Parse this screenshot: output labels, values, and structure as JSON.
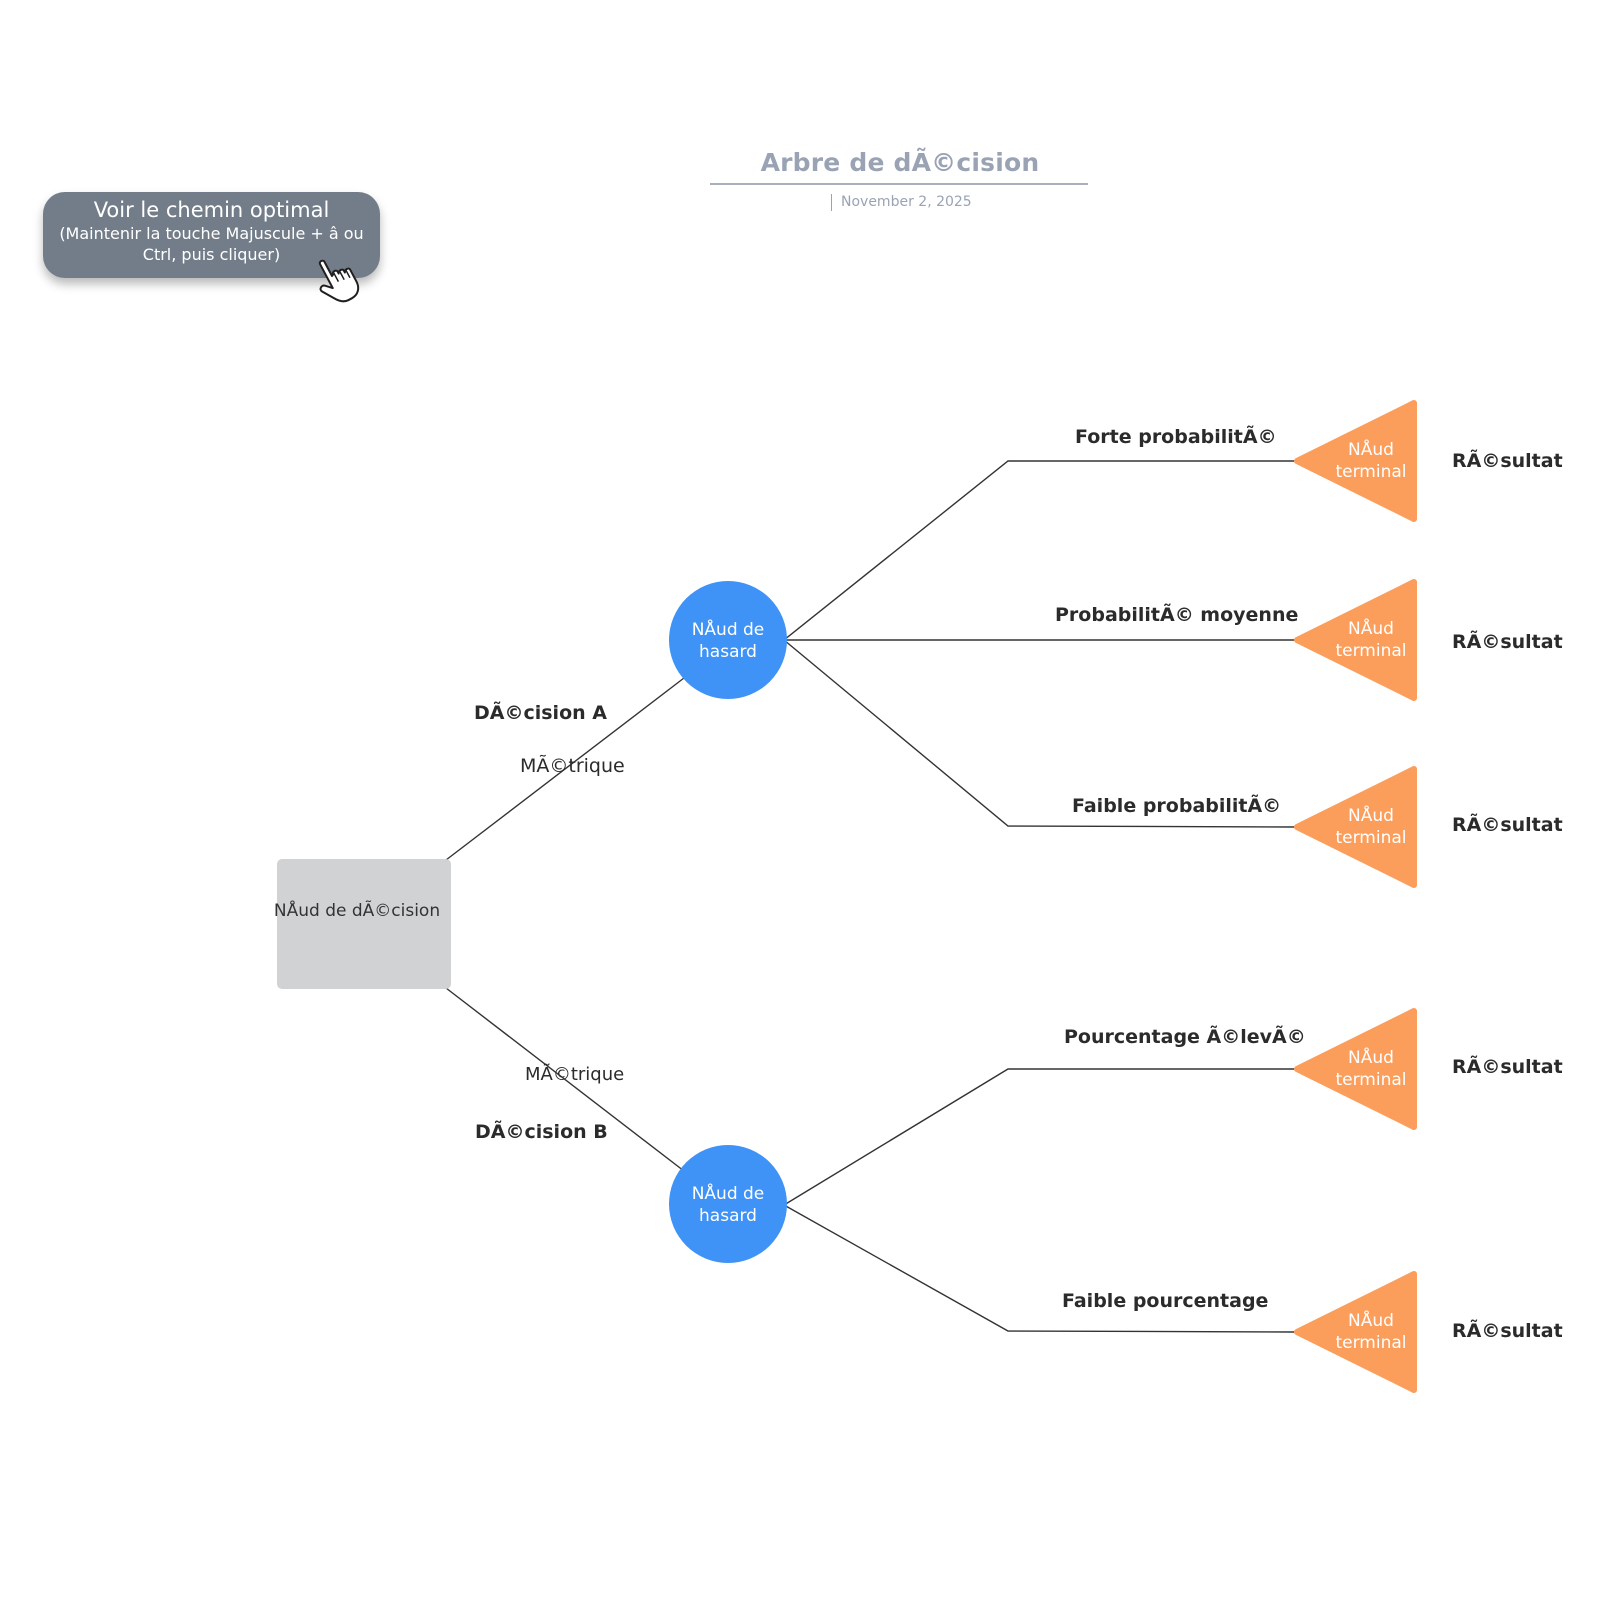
{
  "header": {
    "title": "Arbre de dÃ©cision",
    "date": "November 2, 2025"
  },
  "optimal_button": {
    "line1": "Voir le chemin optimal",
    "line2": "(Maintenir la touche Majuscule + â ou Ctrl, puis cliquer)",
    "icon": "hand-pointer-icon"
  },
  "colors": {
    "decision_node": "#d1d2d4",
    "chance_node": "#3f93f6",
    "terminal_node": "#fb9e5b",
    "button": "#737d89",
    "edge": "#333333"
  },
  "tree": {
    "decision_node": {
      "label": "NÅud  de dÃ©cision"
    },
    "decisions": [
      {
        "label": "DÃ©cision A",
        "metric": "MÃ©trique",
        "chance_node": {
          "label": "NÅud  de hasard"
        },
        "outcomes": [
          {
            "label": "Forte probabilitÃ©",
            "terminal": "NÅud  terminal",
            "result": "RÃ©sultat"
          },
          {
            "label": "ProbabilitÃ© moyenne",
            "terminal": "NÅud  terminal",
            "result": "RÃ©sultat"
          },
          {
            "label": "Faible probabilitÃ©",
            "terminal": "NÅud  terminal",
            "result": "RÃ©sultat"
          }
        ]
      },
      {
        "label": "DÃ©cision B",
        "metric": "MÃ©trique",
        "chance_node": {
          "label": "NÅud  de hasard"
        },
        "outcomes": [
          {
            "label": "Pourcentage Ã©levÃ©",
            "terminal": "NÅud  terminal",
            "result": "RÃ©sultat"
          },
          {
            "label": "Faible pourcentage",
            "terminal": "NÅud  terminal",
            "result": "RÃ©sultat"
          }
        ]
      }
    ]
  }
}
